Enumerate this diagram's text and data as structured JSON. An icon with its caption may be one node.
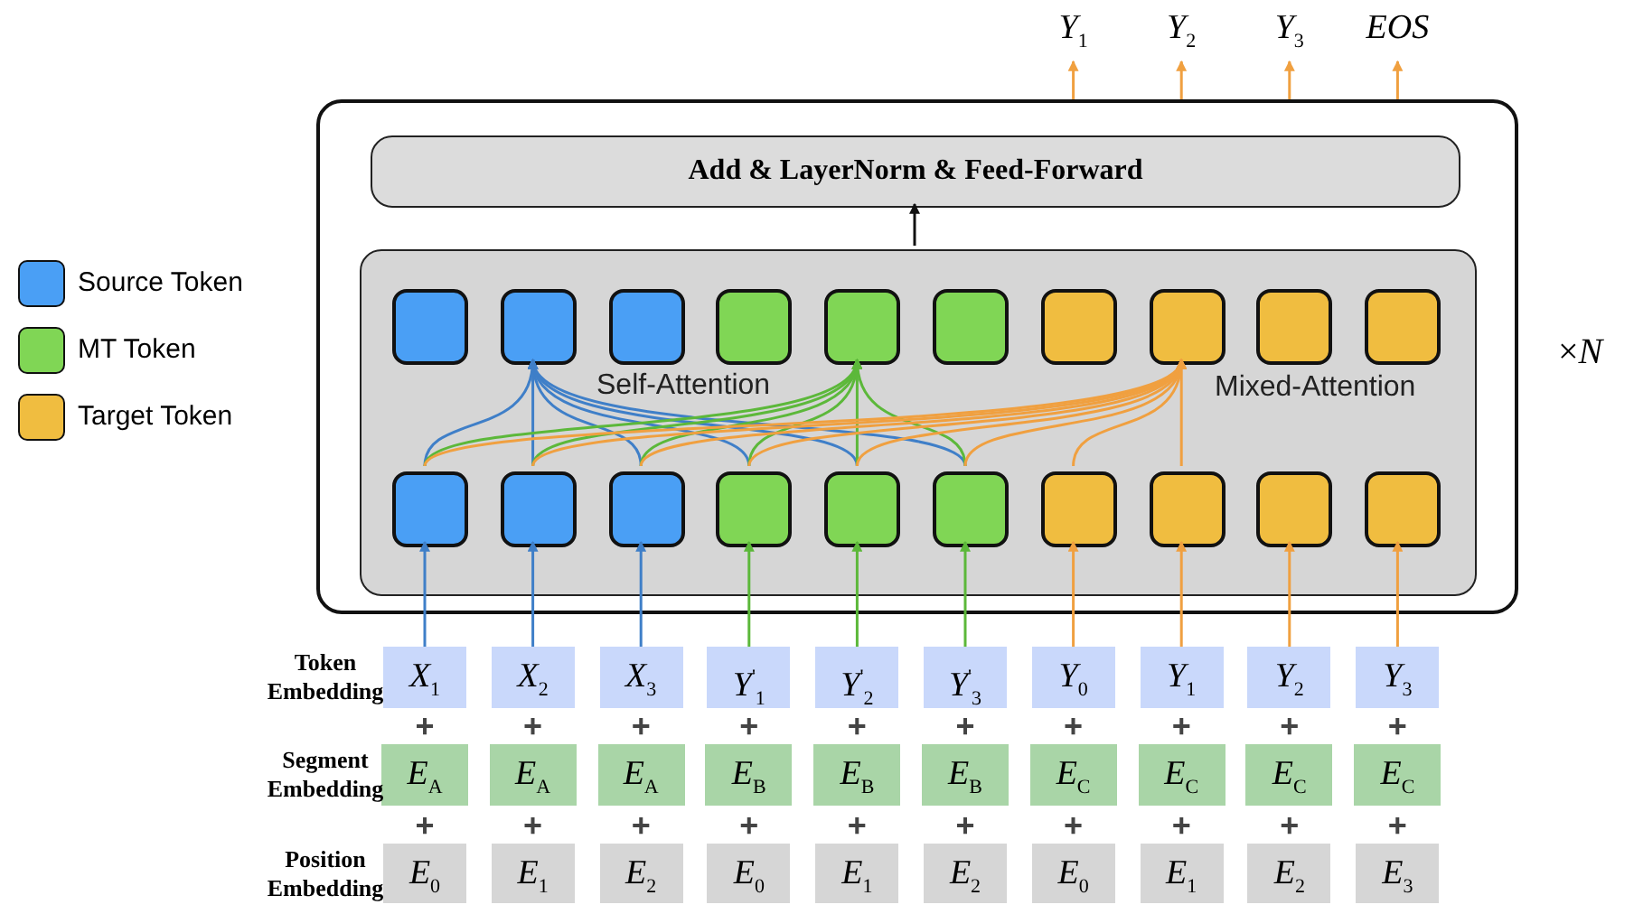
{
  "diagram": {
    "nodes": [
      {
        "text": [],
        "shape": "box",
        "beside": [
          "×*N*"
        ]
      },
      {
        "text": [
          "Add & LayerNorm & Feed-Forward"
        ],
        "in": 0
      },
      {
        "text": [
          "Self-Attention",
          "Mixed-Attention"
        ],
        "in": 0
      },
      {
        "text": [],
        "shape": "box",
        "in": 2
      },
      {
        "text": [],
        "shape": "box",
        "in": 2
      },
      {
        "text": [],
        "shape": "box",
        "in": 2
      },
      {
        "text": [],
        "shape": "box",
        "in": 2
      },
      {
        "text": [],
        "shape": "box",
        "in": 2
      },
      {
        "text": [],
        "shape": "box",
        "in": 2
      },
      {
        "text": [],
        "shape": "box",
        "in": 2
      },
      {
        "text": [],
        "shape": "box",
        "in": 2
      },
      {
        "text": [],
        "shape": "box",
        "in": 2
      },
      {
        "text": [],
        "shape": "box",
        "in": 2
      },
      {
        "text": [],
        "shape": "box",
        "in": 2
      },
      {
        "text": [],
        "shape": "box",
        "in": 2
      },
      {
        "text": [],
        "shape": "box",
        "in": 2
      },
      {
        "text": [],
        "shape": "box",
        "in": 2
      },
      {
        "text": [],
        "shape": "box",
        "in": 2
      },
      {
        "text": [],
        "shape": "box",
        "in": 2
      },
      {
        "text": [],
        "shape": "box",
        "in": 2
      },
      {
        "text": [],
        "shape": "box",
        "in": 2
      },
      {
        "text": [],
        "shape": "box",
        "in": 2
      },
      {
        "text": [],
        "shape": "box",
        "in": 2
      },
      {
        "text": [
          "Y$_{1}$"
        ]
      },
      {
        "text": [
          "Y$_{2}$"
        ]
      },
      {
        "text": [
          "Y$_{3}$"
        ]
      },
      {
        "text": [
          "EOS"
        ]
      },
      {
        "text": [
          "X$_{1}$"
        ]
      },
      {
        "text": [
          "X$_{2}$"
        ]
      },
      {
        "text": [
          "X$_{3}$"
        ]
      },
      {
        "text": [
          "Y$^{'}$$_{1}$"
        ]
      },
      {
        "text": [
          "Y$^{'}$$_{2}$"
        ]
      },
      {
        "text": [
          "Y$^{'}$$_{3}$"
        ]
      },
      {
        "text": [
          "Y$_{0}$"
        ]
      },
      {
        "text": [
          "Y$_{1}$"
        ]
      },
      {
        "text": [
          "Y$_{2}$"
        ]
      },
      {
        "text": [
          "Y$_{3}$"
        ]
      },
      {
        "text": [
          "E$_{A}$"
        ]
      },
      {
        "text": [
          "E$_{A}$"
        ]
      },
      {
        "text": [
          "E$_{A}$"
        ]
      },
      {
        "text": [
          "E$_{B}$"
        ]
      },
      {
        "text": [
          "E$_{B}$"
        ]
      },
      {
        "text": [
          "E$_{B}$"
        ]
      },
      {
        "text": [
          "E$_{C}$"
        ]
      },
      {
        "text": [
          "E$_{C}$"
        ]
      },
      {
        "text": [
          "E$_{C}$"
        ]
      },
      {
        "text": [
          "E$_{C}$"
        ]
      },
      {
        "text": [
          "E$_{0}$"
        ]
      },
      {
        "text": [
          "E$_{1}$"
        ]
      },
      {
        "text": [
          "E$_{2}$"
        ]
      },
      {
        "text": [
          "E$_{0}$"
        ]
      },
      {
        "text": [
          "E$_{1}$"
        ]
      },
      {
        "text": [
          "E$_{2}$"
        ]
      },
      {
        "text": [
          "E$_{0}$"
        ]
      },
      {
        "text": [
          "E$_{1}$"
        ]
      },
      {
        "text": [
          "E$_{2}$"
        ]
      },
      {
        "text": [
          "E$_{3}$"
        ]
      }
    ],
    "edges": [
      {
        "from": 27,
        "to": 13,
        "arrow": "to",
        "color": "#3f7fc8"
      },
      {
        "from": 28,
        "to": 14,
        "arrow": "to",
        "color": "#3f7fc8"
      },
      {
        "from": 29,
        "to": 15,
        "arrow": "to",
        "color": "#3f7fc8"
      },
      {
        "from": 30,
        "to": 16,
        "arrow": "to",
        "color": "#5cb83a"
      },
      {
        "from": 31,
        "to": 17,
        "arrow": "to",
        "color": "#5cb83a"
      },
      {
        "from": 32,
        "to": 18,
        "arrow": "to",
        "color": "#5cb83a"
      },
      {
        "from": 33,
        "to": 19,
        "arrow": "to",
        "color": "#f0a040"
      },
      {
        "from": 34,
        "to": 20,
        "arrow": "to",
        "color": "#f0a040"
      },
      {
        "from": 35,
        "to": 21,
        "arrow": "to",
        "color": "#f0a040"
      },
      {
        "from": 36,
        "to": 22,
        "arrow": "to",
        "color": "#f0a040"
      },
      {
        "from": 13,
        "to": 4,
        "arrow": "to",
        "color": "#3f7fc8"
      },
      {
        "from": 14,
        "to": 4,
        "arrow": "to",
        "color": "#3f7fc8"
      },
      {
        "from": 15,
        "to": 4,
        "arrow": "to",
        "color": "#3f7fc8"
      },
      {
        "from": 16,
        "to": 4,
        "arrow": "to",
        "color": "#3f7fc8"
      },
      {
        "from": 17,
        "to": 4,
        "arrow": "to",
        "color": "#3f7fc8"
      },
      {
        "from": 18,
        "to": 4,
        "arrow": "to",
        "color": "#3f7fc8"
      },
      {
        "from": 13,
        "to": 7,
        "arrow": "to",
        "color": "#5cb83a"
      },
      {
        "from": 14,
        "to": 7,
        "arrow": "to",
        "color": "#5cb83a"
      },
      {
        "from": 15,
        "to": 7,
        "arrow": "to",
        "color": "#5cb83a"
      },
      {
        "from": 16,
        "to": 7,
        "arrow": "to",
        "color": "#5cb83a"
      },
      {
        "from": 17,
        "to": 7,
        "arrow": "to",
        "color": "#5cb83a"
      },
      {
        "from": 18,
        "to": 7,
        "arrow": "to",
        "color": "#5cb83a"
      },
      {
        "from": 13,
        "to": 10,
        "arrow": "to",
        "color": "#f0a040"
      },
      {
        "from": 14,
        "to": 10,
        "arrow": "to",
        "color": "#f0a040"
      },
      {
        "from": 15,
        "to": 10,
        "arrow": "to",
        "color": "#f0a040"
      },
      {
        "from": 16,
        "to": 10,
        "arrow": "to",
        "color": "#f0a040"
      },
      {
        "from": 17,
        "to": 10,
        "arrow": "to",
        "color": "#f0a040"
      },
      {
        "from": 18,
        "to": 10,
        "arrow": "to",
        "color": "#f0a040"
      },
      {
        "from": 19,
        "to": 10,
        "arrow": "to",
        "color": "#f0a040"
      },
      {
        "from": 20,
        "to": 10,
        "arrow": "to",
        "color": "#f0a040"
      },
      {
        "from": 2,
        "to": 1,
        "arrow": "to",
        "color": "#111111"
      },
      {
        "from": 0,
        "to": 23,
        "arrow": "to",
        "color": "#f0a040"
      },
      {
        "from": 0,
        "to": 24,
        "arrow": "to",
        "color": "#f0a040"
      },
      {
        "from": 0,
        "to": 25,
        "arrow": "to",
        "color": "#f0a040"
      },
      {
        "from": 0,
        "to": 26,
        "arrow": "to",
        "color": "#f0a040"
      }
    ],
    "labels": [
      "Token Embedding",
      "+",
      "+",
      "+",
      "+",
      "+",
      "+",
      "+",
      "+",
      "+",
      "+",
      "Segment Embedding",
      "+",
      "+",
      "+",
      "+",
      "+",
      "+",
      "+",
      "+",
      "+",
      "+",
      "Position Embedding"
    ],
    "legend": [
      {
        "text": "Source Token",
        "color": "#4a9ff5"
      },
      {
        "text": "MT Token",
        "color": "#80d655"
      },
      {
        "text": "Target Token",
        "color": "#f0bd40"
      }
    ]
  }
}
